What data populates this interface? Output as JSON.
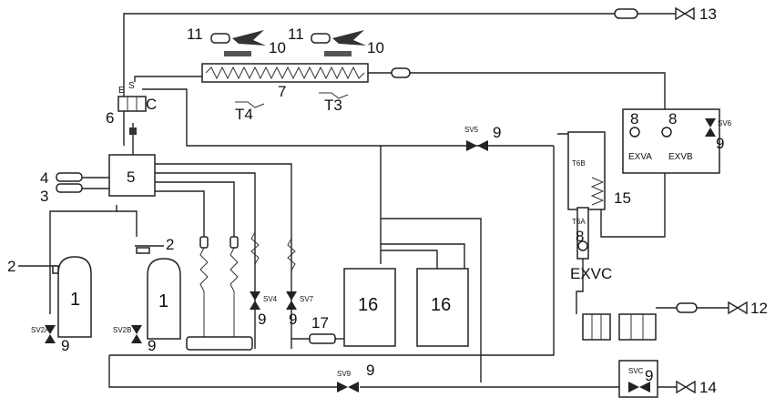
{
  "labels": {
    "n1a": "1",
    "n1b": "1",
    "n2a": "2",
    "n2b": "2",
    "n3": "3",
    "n4": "4",
    "n5": "5",
    "n6": "6",
    "nE": "E",
    "nS": "S",
    "nC": "C",
    "n7": "7",
    "n8a": "8",
    "n8b": "8",
    "n8c": "8",
    "n9_sv5": "9",
    "n9_sv6": "9",
    "n9_sv4": "9",
    "n9_sv7": "9",
    "n9_sv2a": "9",
    "n9_sv2b": "9",
    "n9_sv9": "9",
    "n9_svc": "9",
    "n10a": "10",
    "n10b": "10",
    "n11a": "11",
    "n11b": "11",
    "n12": "12",
    "n13": "13",
    "n14": "14",
    "n15": "15",
    "n16a": "16",
    "n16b": "16",
    "n17": "17",
    "t3": "T3",
    "t4": "T4",
    "t6a": "T6A",
    "t6b": "T6B",
    "sv5": "SV5",
    "sv6": "SV6",
    "sv4": "SV4",
    "sv7": "SV7",
    "sv2a": "SV2A",
    "sv2b": "SV2B",
    "sv9": "SV9",
    "svc": "SVC",
    "exva": "EXVA",
    "exvb": "EXVB",
    "exvc": "EXVC"
  }
}
